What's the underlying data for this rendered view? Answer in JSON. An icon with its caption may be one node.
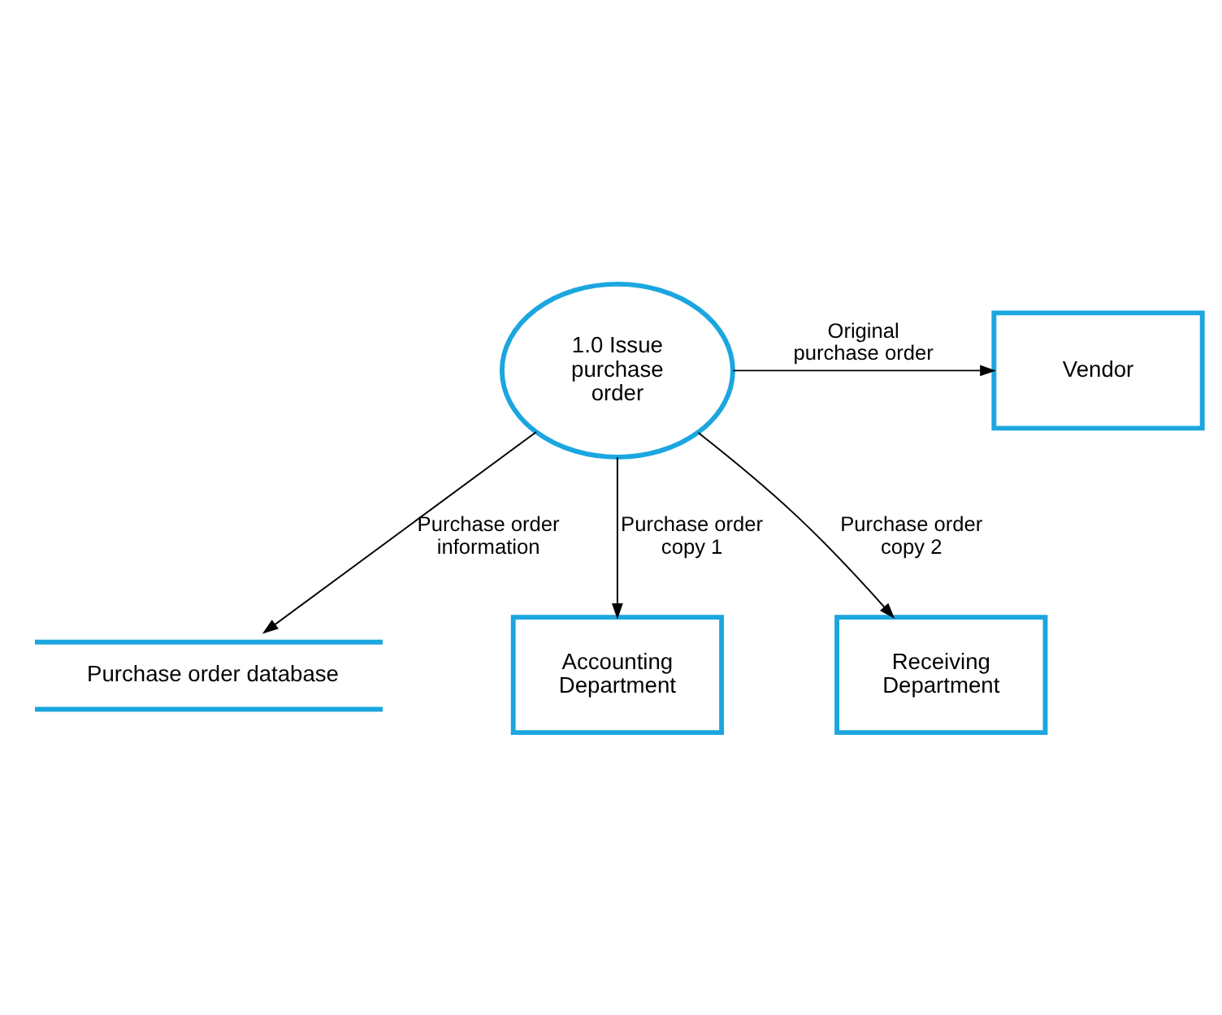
{
  "diagram": {
    "nodes": [
      {
        "text": [
          "1.0 Issue purchase order"
        ]
      },
      {
        "text": [
          "Vendor"
        ]
      },
      {
        "text": [
          "Purchase order database"
        ]
      },
      {
        "text": [
          "Accounting Department"
        ]
      },
      {
        "text": [
          "Receiving Department"
        ]
      }
    ],
    "edges": [
      {
        "from": 0,
        "to": 1,
        "arrow": "to",
        "label": "Original purchase order"
      },
      {
        "from": 0,
        "to": 2,
        "arrow": "to",
        "label": "Purchase order information"
      },
      {
        "from": 0,
        "to": 3,
        "arrow": "to",
        "label": "Purchase order copy 1"
      },
      {
        "from": 0,
        "to": 4,
        "arrow": "to",
        "label": "Purchase order copy 2"
      }
    ]
  }
}
